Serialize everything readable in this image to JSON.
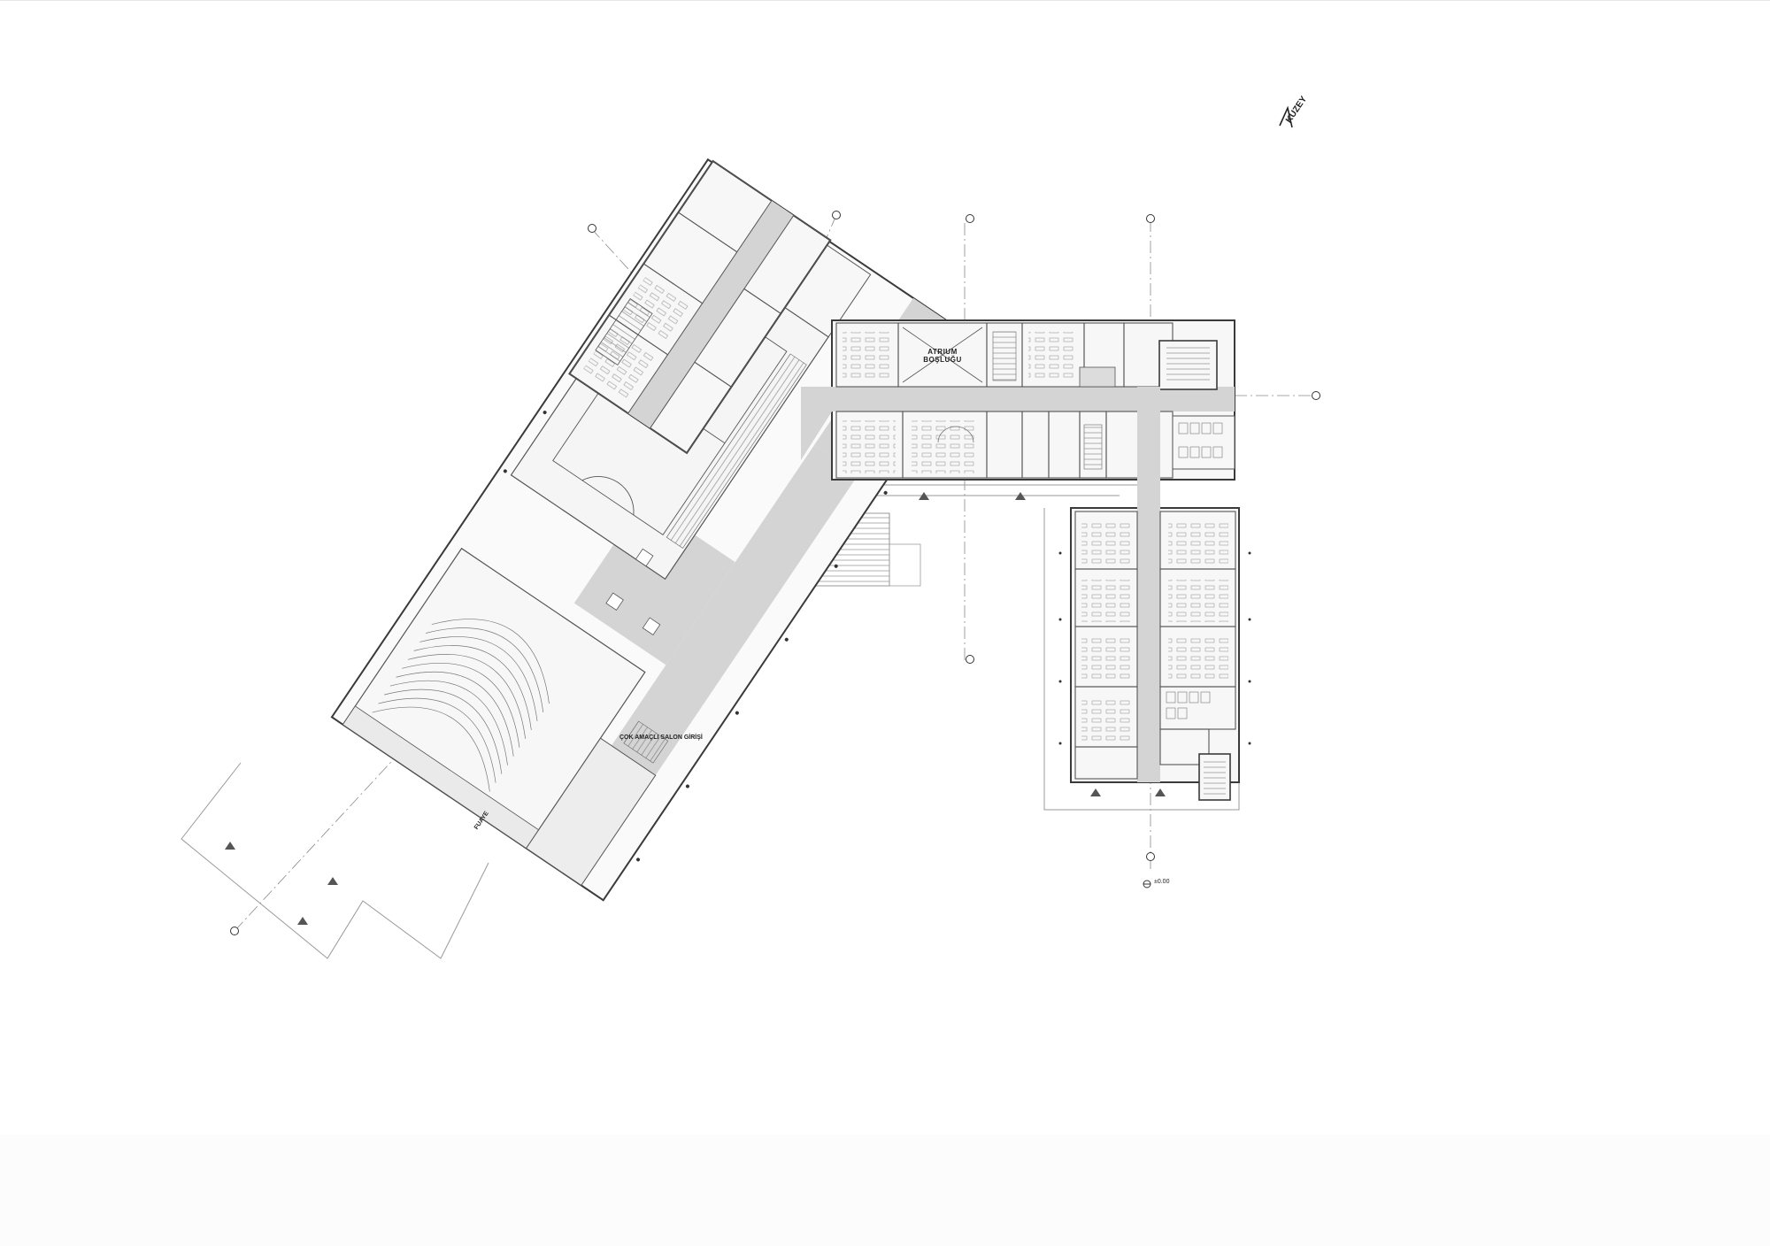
{
  "drawing": {
    "north_label": "KUZEY",
    "atrium_label_line1": "ATRIUM",
    "atrium_label_line2": "BOŞLUĞU",
    "hall_entrance_label": "ÇOK AMAÇLI SALON GİRİŞİ",
    "foyer_label": "FUAYE",
    "level_label": "±0.00"
  },
  "colors": {
    "wall": "#3a3a3a",
    "circulation": "#d4d4d4",
    "room_fill": "#f7f7f7",
    "furniture": "#9a9a9a",
    "axis": "#8a8a8a"
  }
}
